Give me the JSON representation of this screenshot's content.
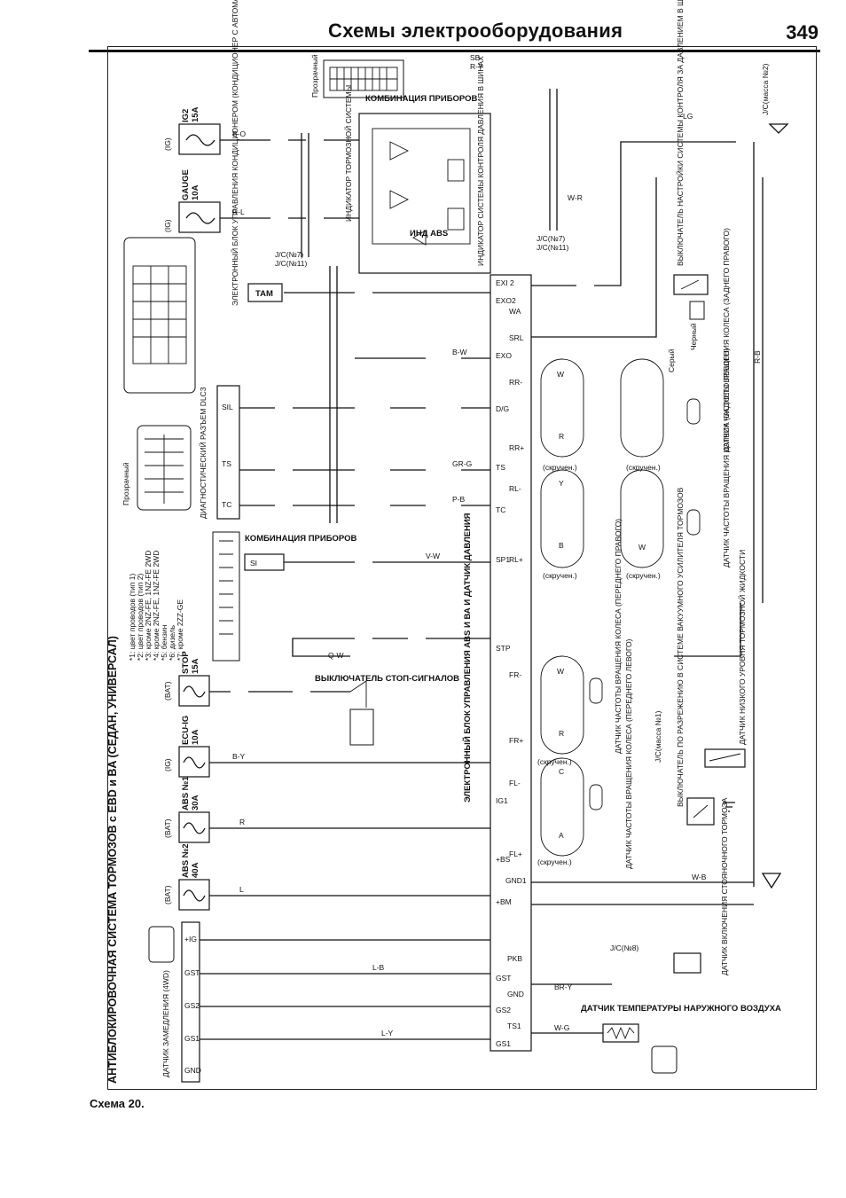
{
  "header": {
    "title": "Схемы электрооборудования",
    "page_number": "349"
  },
  "caption": "Схема 20.",
  "diagram": {
    "side_title": "АНТИБЛОКИРОВОЧНАЯ СИСТЕМА ТОРМОЗОВ с EBD и BA (СЕДАН, УНИВЕРСАЛ)",
    "notes": [
      "*1: цвет проводов (тип 1)",
      "*2: цвет проводов (тип 2)",
      "*3: кроме 2NZ-FE, 1NZ-FE 2WD",
      "*4: кроме 2NZ-FE, 1NZ-FE 2WD",
      "*5: бензин",
      "*6: дизель",
      "*7: кроме 2ZZ-GE"
    ],
    "fuses": [
      {
        "name": "IG2",
        "rating": "15A",
        "source": "(IG)"
      },
      {
        "name": "GAUGE",
        "rating": "10A",
        "source": "(IG)"
      },
      {
        "name": "STOP",
        "rating": "15A",
        "source": "(BAT)"
      },
      {
        "name": "ECU-IG",
        "rating": "10A",
        "source": "(IG)"
      },
      {
        "name": "ABS №1",
        "rating": "30A",
        "source": "(BAT)"
      },
      {
        "name": "ABS №2",
        "rating": "40A",
        "source": "(BAT)"
      }
    ],
    "components": {
      "combo_top": "КОМБИНАЦИЯ ПРИБОРОВ",
      "brake_indicator": "ИНДИКАТОР ТОРМОЗНОЙ СИСТЕМЫ",
      "abs_indicator": "ИНД ABS",
      "pressure_indicator": "ИНДИКАТОР СИСТЕМЫ КОНТРОЛЯ ДАВЛЕНИЯ В ШИНАХ",
      "ecu_ac": "ЭЛЕКТРОННЫЙ БЛОК УПРАВЛЕНИЯ КОНДИЦИОНЕРОМ (КОНДИЦИОНЕР С АВТОМАТИЧЕСКИМ УПРАВЛЕНИЕМ)",
      "tam": "TAM",
      "dlc": "ДИАГНОСТИЧЕСКИЙ РАЗЪЕМ DLC3",
      "combo_mid": "КОМБИНАЦИЯ ПРИБОРОВ",
      "stop_switch": "ВЫКЛЮЧАТЕЛЬ СТОП-СИГНАЛОВ",
      "ecu_abs": "ЭЛЕКТРОННЫЙ БЛОК УПРАВЛЕНИЯ ABS И ВА И ДАТЧИК ДАВЛЕНИЯ",
      "decel_sensor": "ДАТЧИК ЗАМЕДЛЕНИЯ (4WD)",
      "rr_sensor": "ДАТЧИК ЧАСТОТЫ ВРАЩЕНИЯ КОЛЕСА (ЗАДНЕГО ПРАВОГО)",
      "rl_sensor": "ДАТЧИК ЧАСТОТЫ ВРАЩЕНИЯ КОЛЕСА (ЗАДНЕГО ЛЕВОГО)",
      "fr_sensor": "ДАТЧИК ЧАСТОТЫ ВРАЩЕНИЯ КОЛЕСА (ПЕРЕДНЕГО ПРАВОГО)",
      "fl_sensor": "ДАТЧИК ЧАСТОТЫ ВРАЩЕНИЯ КОЛЕСА (ПЕРЕДНЕГО ЛЕВОГО)",
      "tire_switch": "ВЫКЛЮЧАТЕЛЬ НАСТРОЙКИ СИСТЕМЫ КОНТРОЛЯ ЗА ДАВЛЕНИЕМ В ШИНАХ",
      "vacuum_switch": "ВЫКЛЮЧАТЕЛЬ ПО РАЗРЕЖЕНИЮ В СИСТЕМЕ ВАКУУМНОГО УСИЛИТЕЛЯ ТОРМОЗОВ",
      "fluid_sensor": "ДАТЧИК НИЗКОГО УРОВНЯ ТОРМОЗНОЙ ЖИДКОСТИ",
      "parking_sensor": "ДАТЧИК ВКЛЮЧЕНИЯ СТОЯНОЧНОГО ТОРМОЗА",
      "outside_temp": "ДАТЧИК ТЕМПЕРАТУРЫ НАРУЖНОГО ВОЗДУХА"
    },
    "dlc_pins": [
      "SIL",
      "TS",
      "TC"
    ],
    "combo_pin": "SI",
    "decel_pins": [
      "+IG",
      "GST",
      "GS2",
      "GS1",
      "GND"
    ],
    "ecu_pins": [
      "EXI 2",
      "EXO2",
      "WA",
      "SRL",
      "EXO",
      "RR-",
      "D/G",
      "RR+",
      "TS",
      "RL-",
      "TC",
      "RL+",
      "SP1",
      "STP",
      "FR-",
      "FR+",
      "FL-",
      "IG1",
      "FL+",
      "+BS",
      "GND1",
      "+BM",
      "PKB",
      "GST",
      "GND",
      "GS2",
      "TS1",
      "GS1"
    ],
    "wheel_sensor_pins": [
      "W",
      "R",
      "Y",
      "B",
      "C",
      "A"
    ],
    "twisted_label": "(скручен.)",
    "wire_colors": [
      "B-O",
      "R-L",
      "B-Y",
      "SB",
      "R-Y",
      "W-B",
      "W",
      "R",
      "L",
      "LG",
      "L-Y",
      "B-W",
      "GR-G",
      "P-B",
      "V-W",
      "Q-W",
      "BR-Y",
      "W-G",
      "R-B",
      "L-B",
      "W-R"
    ],
    "junctions": [
      "J/C(№7)",
      "J/C(№11)",
      "J/C(№8)",
      "J/C(масса №2)",
      "J/C(масса №1)"
    ],
    "connector_labels": [
      "Прозрачный",
      "Черный",
      "Серый"
    ]
  }
}
